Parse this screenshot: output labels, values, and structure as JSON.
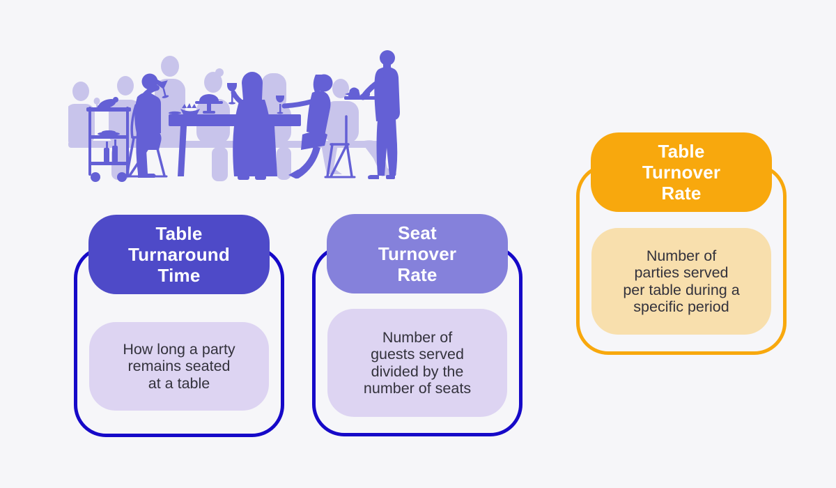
{
  "canvas": {
    "background_color": "#F6F6F9"
  },
  "illustration": {
    "name": "restaurant-dining-scene",
    "description": "Silhouette illustration of diners seated at a restaurant table, a standing waiter holding a tray, and a service cart with bottles and plates; foreground figures dark purple, background figures light lavender",
    "foreground_color": "#6460D5",
    "background_color": "#C8C4EB"
  },
  "cards": [
    {
      "id": "table-turnaround-time",
      "title": "Table Turnaround Time",
      "title_lines": [
        "Table",
        "Turnaround",
        "Time"
      ],
      "description": "How long a party remains seated at a table",
      "description_lines": [
        "How long a party",
        "remains seated",
        "at a table"
      ],
      "header_color": "#4E4AC8",
      "body_color": "#DDD4F2",
      "border_color": "#1609C8",
      "title_color": "#FFFFFF",
      "text_color": "#33323C"
    },
    {
      "id": "seat-turnover-rate",
      "title": "Seat Turnover Rate",
      "title_lines": [
        "Seat",
        "Turnover",
        "Rate"
      ],
      "description": "Number of guests served divided by the number of seats",
      "description_lines": [
        "Number of",
        "guests served",
        "divided by the",
        "number of seats"
      ],
      "header_color": "#8581DB",
      "body_color": "#DDD4F2",
      "border_color": "#1609C8",
      "title_color": "#FFFFFF",
      "text_color": "#33323C"
    },
    {
      "id": "table-turnover-rate",
      "title": "Table Turnover Rate",
      "title_lines": [
        "Table",
        "Turnover",
        "Rate"
      ],
      "description": "Number of parties served per table during a specific period",
      "description_lines": [
        "Number of",
        "parties served",
        "per table during a",
        "specific period"
      ],
      "header_color": "#F8A80D",
      "body_color": "#F8DFAD",
      "border_color": "#F8A80D",
      "title_color": "#FFFFFF",
      "text_color": "#33323C"
    }
  ]
}
